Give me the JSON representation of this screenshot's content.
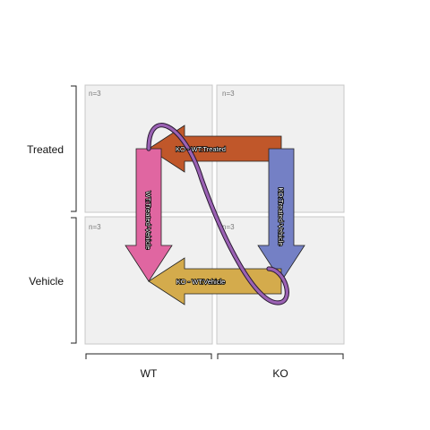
{
  "rows": [
    {
      "label": "Treated"
    },
    {
      "label": "Vehicle"
    }
  ],
  "columns": [
    {
      "label": "WT"
    },
    {
      "label": "KO"
    }
  ],
  "cells": {
    "treated_wt": {
      "n": "n=3"
    },
    "treated_ko": {
      "n": "n=3"
    },
    "vehicle_wt": {
      "n": "n=3"
    },
    "vehicle_ko": {
      "n": "n=3"
    }
  },
  "arrows": [
    {
      "label": "KO - WT:Treated",
      "color": "#c0572a"
    },
    {
      "label": "KO:Treated-Vehicle",
      "color": "#7480c5"
    },
    {
      "label": "KO - WT:Vehicle",
      "color": "#d4ab4c"
    },
    {
      "label": "WT:Treated-Vehicle",
      "color": "#e066a1"
    }
  ],
  "interaction_curve": {
    "color": "#9b62b4"
  },
  "colors": {
    "cell_fill": "#f0f0f0",
    "cell_border": "#c8c8c8"
  }
}
